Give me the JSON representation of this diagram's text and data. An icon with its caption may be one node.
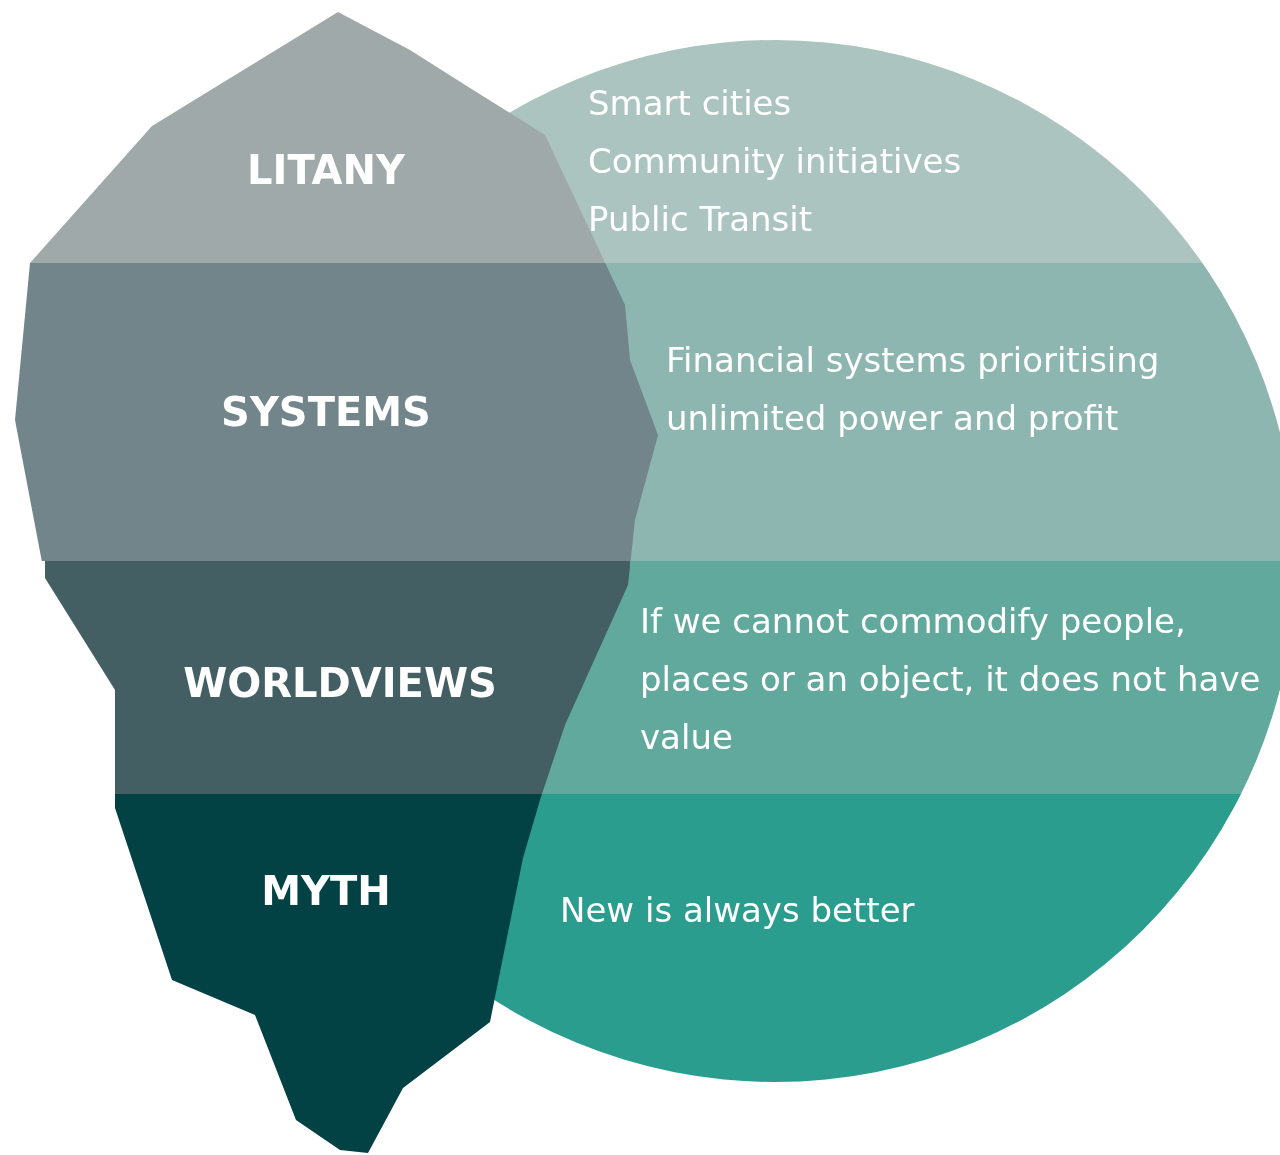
{
  "diagram": {
    "nodes": [
      {
        "text": [
          "Smart cities",
          "Community initiatives",
          "Public Transit"
        ]
      },
      {
        "text": [
          "Financial systems prioritising unlimited power and profit"
        ]
      },
      {
        "text": [
          "If we cannot commodify people, places or an object, it does not have value"
        ]
      },
      {
        "text": [
          "New is always better"
        ]
      },
      {
        "text": [
          "LITANY"
        ]
      },
      {
        "text": [
          "SYSTEMS"
        ]
      },
      {
        "text": [
          "WORLDVIEWS"
        ]
      },
      {
        "text": [
          "MYTH"
        ]
      }
    ]
  }
}
